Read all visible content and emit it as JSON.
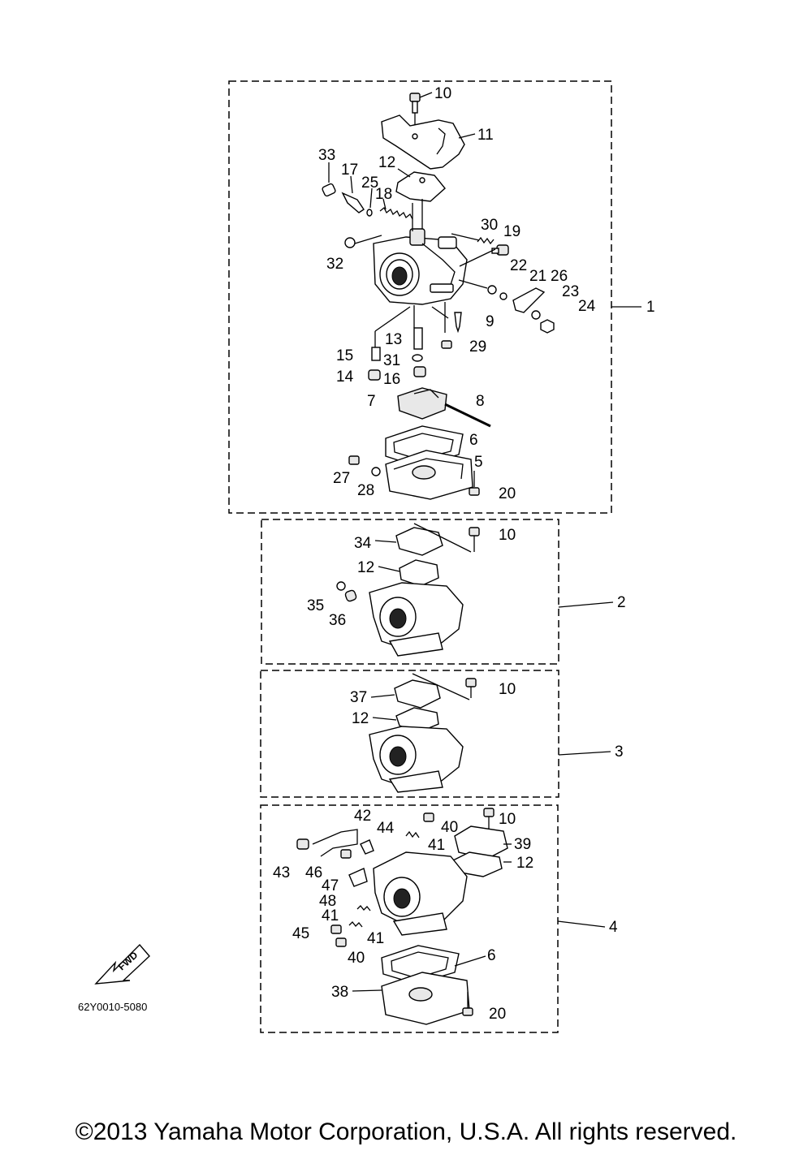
{
  "figure_code": "62Y0010-5080",
  "fwd_label": "FWD",
  "copyright": "©2013 Yamaha Motor Corporation, U.S.A. All rights reserved.",
  "assemblies": [
    {
      "ref": "1",
      "label": "1"
    },
    {
      "ref": "2",
      "label": "2"
    },
    {
      "ref": "3",
      "label": "3"
    },
    {
      "ref": "4",
      "label": "4"
    }
  ],
  "callouts": {
    "group1": [
      "10",
      "11",
      "12",
      "33",
      "17",
      "25",
      "18",
      "30",
      "19",
      "32",
      "22",
      "21",
      "26",
      "23",
      "24",
      "9",
      "13",
      "29",
      "15",
      "31",
      "14",
      "16",
      "7",
      "8",
      "6",
      "27",
      "5",
      "28",
      "20"
    ],
    "group2": [
      "34",
      "10",
      "12",
      "35",
      "36"
    ],
    "group3": [
      "37",
      "10",
      "12"
    ],
    "group4": [
      "42",
      "40",
      "10",
      "44",
      "41",
      "39",
      "43",
      "46",
      "12",
      "47",
      "48",
      "41",
      "45",
      "41",
      "40",
      "6",
      "38",
      "20"
    ]
  }
}
